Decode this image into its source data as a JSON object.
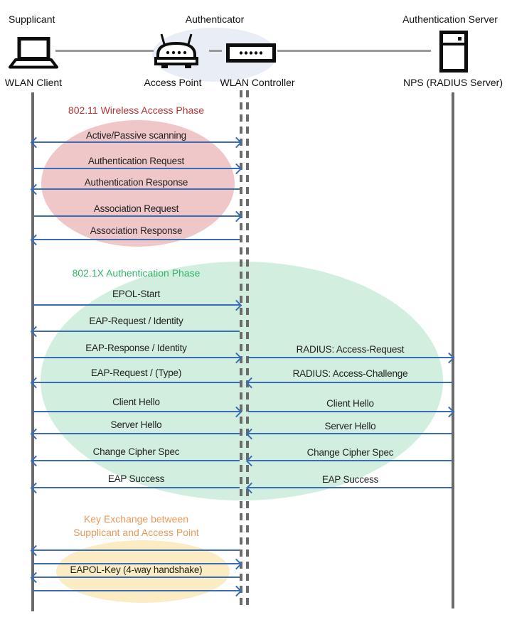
{
  "header": {
    "roles": [
      {
        "label": "Supplicant"
      },
      {
        "label": "Authenticator"
      },
      {
        "label": "Authentication Server"
      }
    ],
    "devices": [
      {
        "label": "WLAN Client",
        "icon": "laptop-icon"
      },
      {
        "label": "Access Point",
        "icon": "access-point-icon"
      },
      {
        "label": "WLAN Controller",
        "icon": "wlan-controller-icon"
      },
      {
        "label": "NPS (RADIUS Server)",
        "icon": "server-icon"
      }
    ]
  },
  "phases": [
    {
      "title": "802.11 Wireless Access Phase",
      "title_color": "#B53333",
      "fill_color": "#EFC7C9"
    },
    {
      "title": "802.1X Authentication Phase",
      "title_color": "#33B469",
      "fill_color": "#D2EEDE"
    },
    {
      "title_line1": "Key Exchange between",
      "title_line2": "Supplicant and Access Point",
      "title_color": "#E8995A",
      "fill_color": "#FBECC3"
    }
  ],
  "messages": {
    "phase1": [
      {
        "label": "Active/Passive scanning",
        "direction": "both"
      },
      {
        "label": "Authentication Request",
        "direction": "right"
      },
      {
        "label": "Authentication Response",
        "direction": "left"
      },
      {
        "label": "Association Request",
        "direction": "right"
      },
      {
        "label": "Association Response",
        "direction": "left"
      }
    ],
    "phase2_left": [
      {
        "label": "EPOL-Start",
        "direction": "right"
      },
      {
        "label": "EAP-Request / Identity",
        "direction": "left"
      },
      {
        "label": "EAP-Response / Identity",
        "direction": "right"
      },
      {
        "label": "EAP-Request / (Type)",
        "direction": "left"
      },
      {
        "label": "Client Hello",
        "direction": "right"
      },
      {
        "label": "Server Hello",
        "direction": "left"
      },
      {
        "label": "Change Cipher Spec",
        "direction": "left"
      },
      {
        "label": "EAP Success",
        "direction": "left"
      }
    ],
    "phase2_right": [
      {
        "label": "RADIUS: Access-Request",
        "direction": "right"
      },
      {
        "label": "RADIUS: Access-Challenge",
        "direction": "left"
      },
      {
        "label": "Client Hello",
        "direction": "right"
      },
      {
        "label": "Server Hello",
        "direction": "left"
      },
      {
        "label": "Change Cipher Spec",
        "direction": "left"
      },
      {
        "label": "EAP Success",
        "direction": "left"
      }
    ],
    "phase3": {
      "label": "EAPOL-Key (4-way handshake)",
      "arrows": [
        "left",
        "right",
        "left",
        "right"
      ]
    }
  },
  "colors": {
    "arrow": "#3A6CB4",
    "lifeline": "#6B6B6B",
    "header_connector": "#9A9A9A",
    "hub_fill": "#E9EDF6",
    "message_text": "#1F1F1F"
  }
}
